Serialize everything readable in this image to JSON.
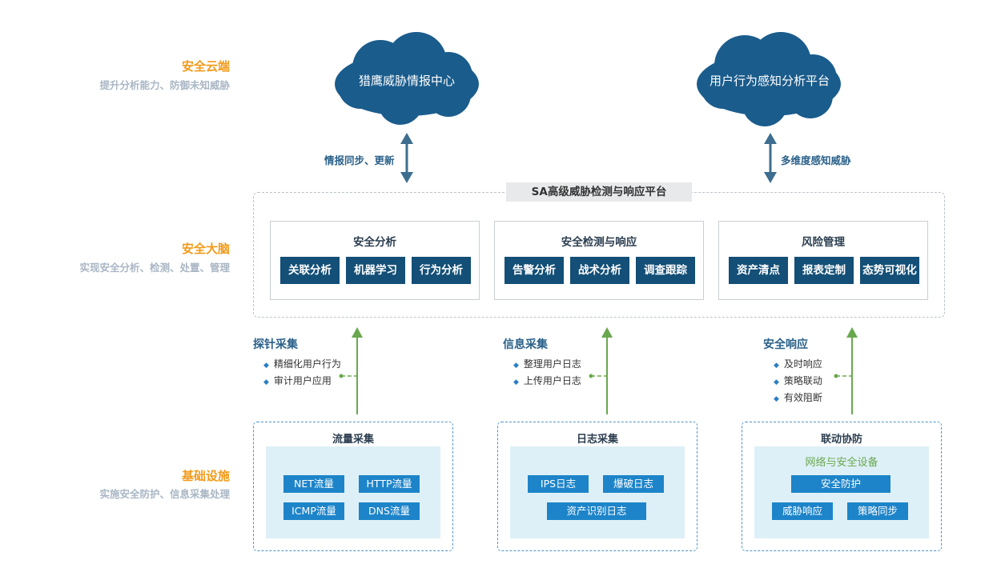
{
  "tiers": {
    "cloud": {
      "title": "安全云端",
      "subtitle": "提升分析能力、防御未知威胁"
    },
    "brain": {
      "title": "安全大脑",
      "subtitle": "实现安全分析、检测、处置、管理"
    },
    "infra": {
      "title": "基础设施",
      "subtitle": "实施安全防护、信息采集处理"
    }
  },
  "clouds": {
    "left": "猎鹰威胁情报中心",
    "right": "用户行为感知分析平台"
  },
  "arrows": {
    "left_label": "情报同步、更新",
    "right_label": "多维度感知威胁"
  },
  "platform": {
    "title": "SA高级威胁检测与响应平台",
    "modules": [
      {
        "title": "安全分析",
        "buttons": [
          "关联分析",
          "机器学习",
          "行为分析"
        ]
      },
      {
        "title": "安全检测与响应",
        "buttons": [
          "告警分析",
          "战术分析",
          "调查跟踪"
        ]
      },
      {
        "title": "风险管理",
        "buttons": [
          "资产清点",
          "报表定制",
          "态势可视化"
        ]
      }
    ]
  },
  "collection": [
    {
      "title": "探针采集",
      "items": [
        "精细化用户行为",
        "审计用户应用"
      ]
    },
    {
      "title": "信息采集",
      "items": [
        "整理用户日志",
        "上传用户日志"
      ]
    },
    {
      "title": "安全响应",
      "items": [
        "及时响应",
        "策略联动",
        "有效阻断"
      ]
    }
  ],
  "infra": {
    "traffic": {
      "title": "流量采集",
      "buttons": [
        "NET流量",
        "HTTP流量",
        "ICMP流量",
        "DNS流量"
      ]
    },
    "logs": {
      "title": "日志采集",
      "buttons": [
        "IPS日志",
        "爆破日志",
        "资产识别日志"
      ]
    },
    "linkage": {
      "title": "联动协防",
      "subtitle": "网络与安全设备",
      "buttons": [
        "安全防护",
        "威胁响应",
        "策略同步"
      ]
    }
  },
  "colors": {
    "accent_orange": "#f29a1a",
    "cloud_blue": "#1a5c8c",
    "dark_button": "#134f77",
    "light_button": "#1d84c9",
    "green_arrow": "#6aa84f"
  }
}
